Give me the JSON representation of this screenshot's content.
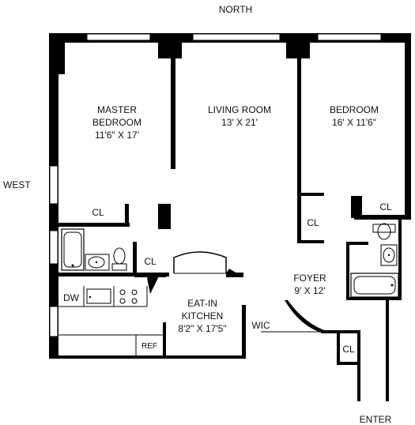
{
  "compass": {
    "north": "NORTH",
    "west": "WEST",
    "enter": "ENTER"
  },
  "rooms": {
    "master_bedroom": {
      "name_line1": "MASTER",
      "name_line2": "BEDROOM",
      "dims": "11'6\" X 17'"
    },
    "living_room": {
      "name": "LIVING ROOM",
      "dims": "13' X 21'"
    },
    "bedroom": {
      "name": "BEDROOM",
      "dims": "16' X 11'6\""
    },
    "foyer": {
      "name": "FOYER",
      "dims": "9' X 12'"
    },
    "kitchen": {
      "name_line1": "EAT-IN",
      "name_line2": "KITCHEN",
      "dims": "8'2\" X 17'5\""
    }
  },
  "fixtures": {
    "cl_master": "CL",
    "cl_bath": "CL",
    "cl_bedroom": "CL",
    "cl_bedroom_right": "CL",
    "cl_entry": "CL",
    "wic": "WIC",
    "dw": "DW",
    "ref": "REF"
  },
  "colors": {
    "wall": "#000000",
    "background": "#ffffff"
  }
}
